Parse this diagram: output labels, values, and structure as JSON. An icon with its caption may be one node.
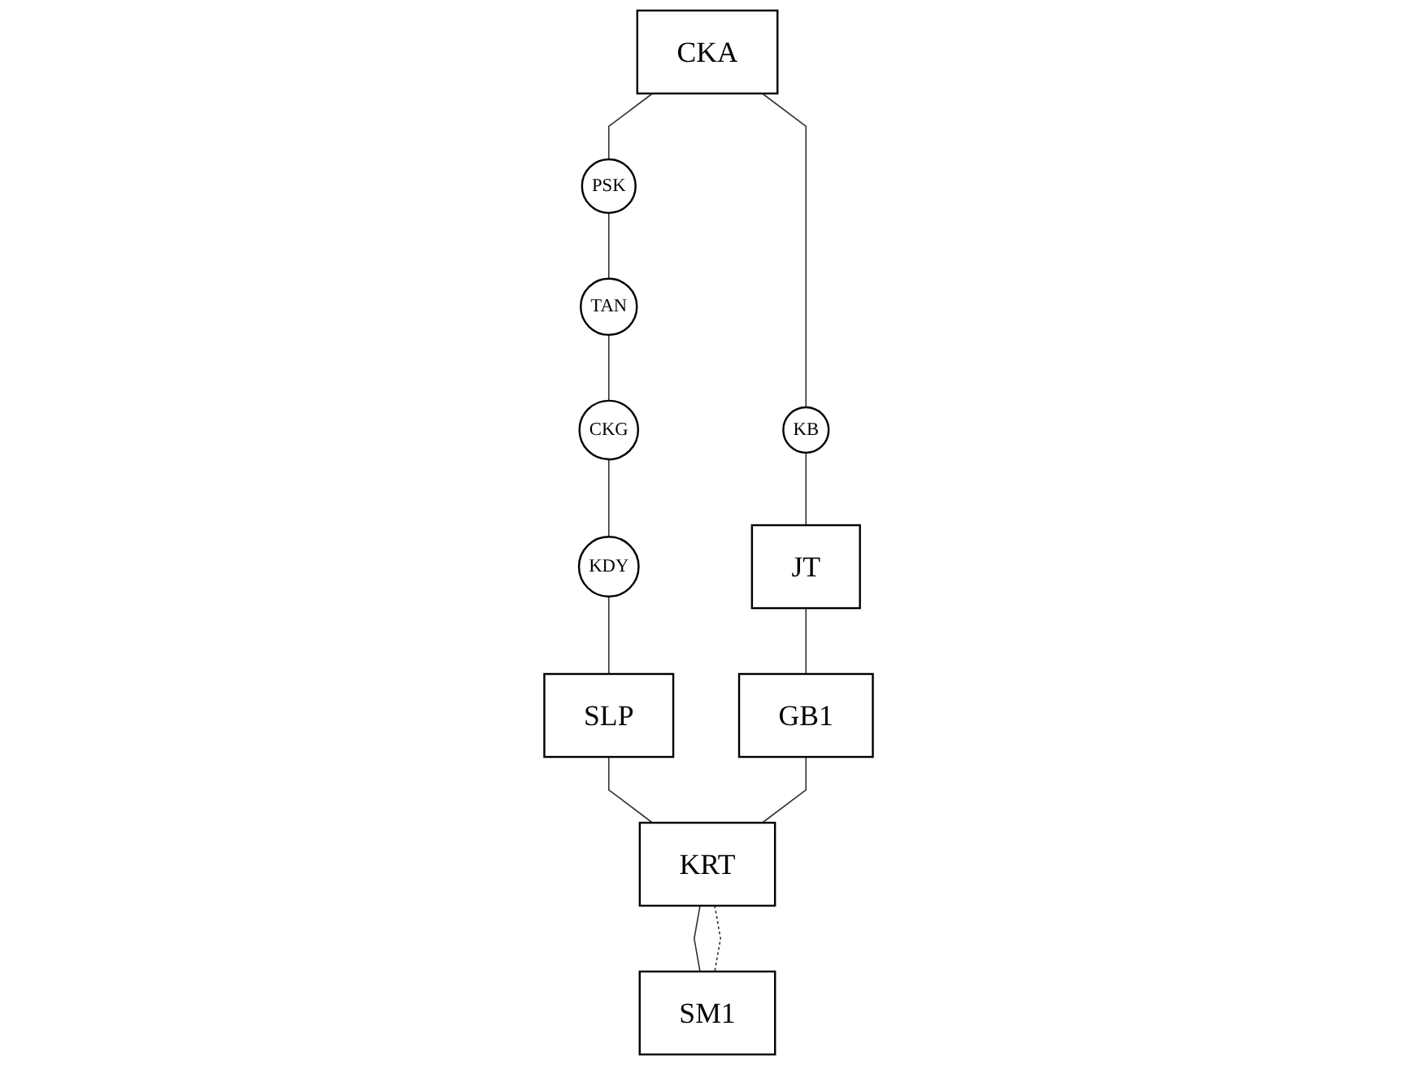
{
  "diagram": {
    "nodes": [
      {
        "text": [
          "CKA"
        ]
      },
      {
        "text": [
          "KB"
        ]
      },
      {
        "text": [
          "JT"
        ]
      },
      {
        "text": [
          "PSK"
        ]
      },
      {
        "text": [
          "GB1"
        ]
      },
      {
        "text": [
          "TAN"
        ]
      },
      {
        "text": [
          "CKG"
        ]
      },
      {
        "text": [
          "KDY"
        ]
      },
      {
        "text": [
          "SLP"
        ]
      },
      {
        "text": [
          "KRT"
        ]
      },
      {
        "text": [
          "SM1"
        ]
      }
    ],
    "edges": [
      {
        "from": 0,
        "to": 1,
        "arrow": "none"
      },
      {
        "from": 1,
        "to": 2,
        "arrow": "none"
      },
      {
        "from": 2,
        "to": 4,
        "arrow": "none"
      },
      {
        "from": 0,
        "to": 3,
        "arrow": "none"
      },
      {
        "from": 3,
        "to": 5,
        "arrow": "none"
      },
      {
        "from": 5,
        "to": 6,
        "arrow": "none"
      },
      {
        "from": 6,
        "to": 7,
        "arrow": "none"
      },
      {
        "from": 7,
        "to": 8,
        "arrow": "none"
      },
      {
        "from": 8,
        "to": 9,
        "arrow": "none"
      },
      {
        "from": 4,
        "to": 9,
        "arrow": "none"
      },
      {
        "from": 9,
        "to": 10,
        "arrow": "none"
      },
      {
        "from": 9,
        "to": 10,
        "arrow": "none",
        "style": "dashed"
      }
    ]
  }
}
